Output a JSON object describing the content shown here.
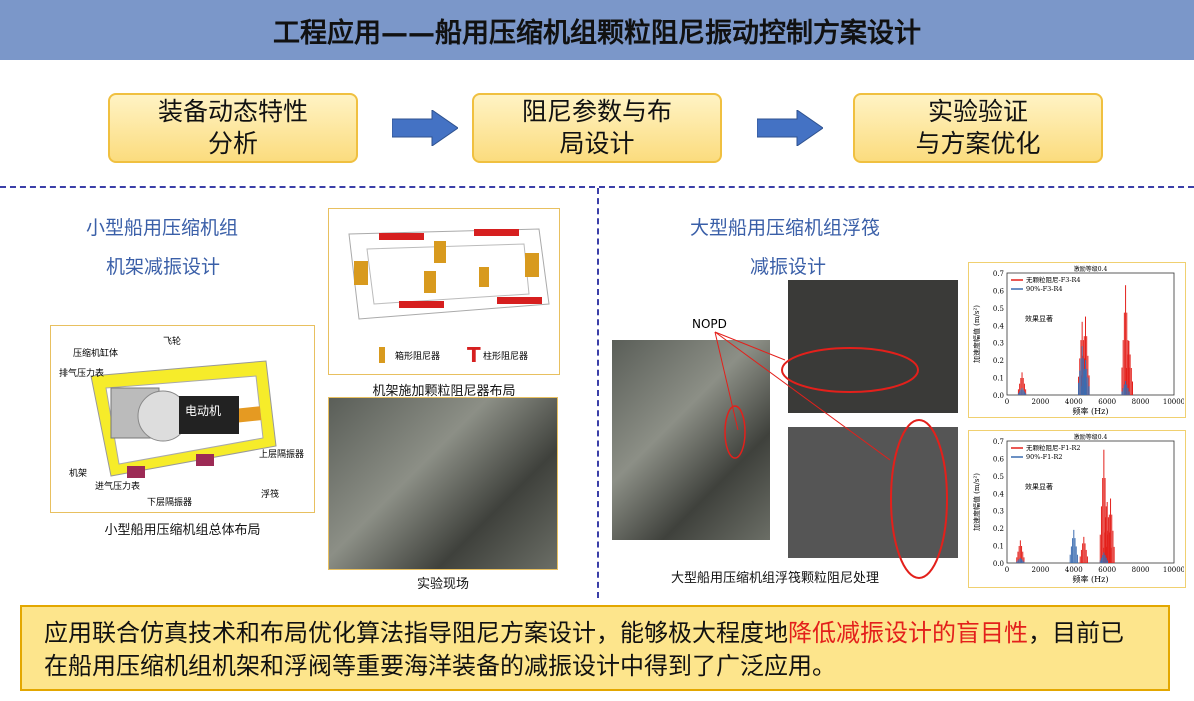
{
  "title": "工程应用——船用压缩机组颗粒阻尼振动控制方案设计",
  "steps": [
    "装备动态特性\n分析",
    "阻尼参数与布\n局设计",
    "实验验证\n与方案优化"
  ],
  "left": {
    "heading_line1": "小型船用压缩机组",
    "heading_line2": "机架减振设计",
    "layout_labels": {
      "cylinder": "压缩机缸体",
      "flywheel": "飞轮",
      "exhaust_gauge": "排气压力表",
      "motor": "电动机",
      "frame": "机架",
      "intake_gauge": "进气压力表",
      "upper_isolator": "上层隔振器",
      "lower_isolator": "下层隔振器",
      "raft": "浮筏"
    },
    "layout_caption": "小型船用压缩机组总体布局",
    "damper_legend": {
      "box": "箱形阻尼器",
      "column": "柱形阻尼器"
    },
    "damper_caption": "机架施加颗粒阻尼器布局",
    "photo_caption": "实验现场"
  },
  "right": {
    "heading_line1": "大型船用压缩机组浮筏",
    "heading_line2": "减振设计",
    "nopd_label": "NOPD",
    "photo_caption": "大型船用压缩机组浮筏颗粒阻尼处理"
  },
  "chart_data": [
    {
      "type": "bar",
      "title": "激励等级0.4",
      "xlabel": "频率 (Hz)",
      "ylabel": "加速度幅值 (m/s²)",
      "xlim": [
        0,
        10000
      ],
      "ylim": [
        0,
        0.7
      ],
      "xticks": [
        "0",
        "2000",
        "4000",
        "6000",
        "8000",
        "10000"
      ],
      "yticks": [
        "0.0",
        "0.1",
        "0.2",
        "0.3",
        "0.4",
        "0.5",
        "0.6",
        "0.7"
      ],
      "series": [
        {
          "name": "无颗粒阻尼-F3-R4",
          "color": "#e3201b",
          "peaks": [
            [
              900,
              0.13
            ],
            [
              4500,
              0.42
            ],
            [
              4700,
              0.45
            ],
            [
              7100,
              0.63
            ],
            [
              7300,
              0.31
            ]
          ]
        },
        {
          "name": "90%-F3-R4",
          "color": "#3a6cb0",
          "peaks": [
            [
              900,
              0.04
            ],
            [
              4500,
              0.28
            ],
            [
              4700,
              0.2
            ],
            [
              7100,
              0.08
            ]
          ]
        }
      ],
      "annotation": "效果显著"
    },
    {
      "type": "bar",
      "title": "激励等级0.4",
      "xlabel": "频率 (Hz)",
      "ylabel": "加速度幅值 (m/s²)",
      "xlim": [
        0,
        10000
      ],
      "ylim": [
        0,
        0.7
      ],
      "xticks": [
        "0",
        "2000",
        "4000",
        "6000",
        "8000",
        "10000"
      ],
      "yticks": [
        "0.0",
        "0.1",
        "0.2",
        "0.3",
        "0.4",
        "0.5",
        "0.6",
        "0.7"
      ],
      "series": [
        {
          "name": "无颗粒阻尼-F1-R2",
          "color": "#e3201b",
          "peaks": [
            [
              800,
              0.13
            ],
            [
              4600,
              0.15
            ],
            [
              5800,
              0.65
            ],
            [
              6000,
              0.35
            ],
            [
              6200,
              0.37
            ]
          ]
        },
        {
          "name": "90%-F1-R2",
          "color": "#3a6cb0",
          "peaks": [
            [
              800,
              0.03
            ],
            [
              4000,
              0.19
            ],
            [
              5800,
              0.06
            ]
          ]
        }
      ],
      "annotation": "效果显著"
    }
  ],
  "bottom": {
    "part1": "应用联合仿真技术和布局优化算法指导阻尼方案设计，能够极大程度地",
    "highlight": "降低减振设计的盲目性",
    "part2": "，目前已在船用压缩机组机架和浮阀等重要海洋装备的减振设计中得到了广泛应用。"
  }
}
